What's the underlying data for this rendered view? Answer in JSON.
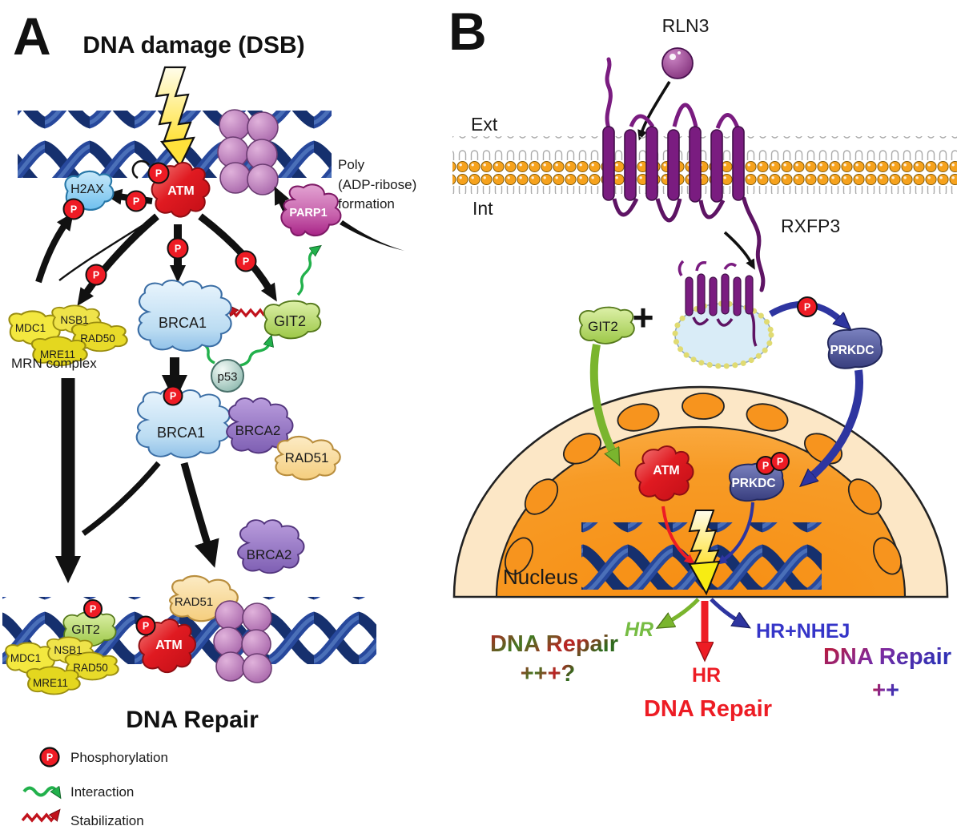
{
  "figure": {
    "type": "biological-pathway-diagram",
    "description": "Two-panel signaling schematic: A) DNA damage (DSB) response pathway; B) RLN3/RXFP3 receptor signaling to DNA repair"
  },
  "glyphs": {
    "p": "P",
    "plus": "+"
  },
  "panelA": {
    "label": "A",
    "title": "DNA damage (DSB)",
    "proteins": {
      "h2ax": "H2AX",
      "atm": "ATM",
      "parp1": "PARP1",
      "mdc1": "MDC1",
      "nsb1": "NSB1",
      "rad50": "RAD50",
      "mre11": "MRE11",
      "brca1": "BRCA1",
      "git2": "GIT2",
      "p53": "p53",
      "brca2": "BRCA2",
      "rad51": "RAD51"
    },
    "mrn_caption": "MRN complex",
    "poly_lines": [
      "Poly",
      "(ADP-ribose)",
      "formation"
    ],
    "repair_title": "DNA Repair",
    "legend": {
      "phosphorylation": "Phosphorylation",
      "interaction": "Interaction",
      "stabilization": "Stabilization"
    }
  },
  "panelB": {
    "label": "B",
    "ligand": "RLN3",
    "ext": "Ext",
    "int": "Int",
    "receptor": "RXFP3",
    "git2": "GIT2",
    "prkdc": "PRKDC",
    "nucleus": "Nucleus",
    "atm": "ATM",
    "outcomes": {
      "hr_green": "HR",
      "hr_nhej": "HR+NHEJ",
      "hr_red": "HR",
      "repair_left": "DNA Repair",
      "repair_left_plus": "+++?",
      "repair_mid": "DNA Repair",
      "repair_right": "DNA Repair",
      "repair_right_plus": "++"
    }
  },
  "colors": {
    "dna_dark": "#1E3C86",
    "dna_mid": "#3C64AE",
    "phospho_red": "#EE1B24",
    "atm_red": "#DF1820",
    "brca1_blue": "#BBDCF2",
    "git2_green": "#AFD25A",
    "parp1_pink": "#C círc55AA5",
    "brca2_purple": "#9B7EC8",
    "rad51_tan": "#F8D996",
    "mrn_yellow": "#ECE13A",
    "membrane_orange": "#F6A21D",
    "receptor_purple": "#7A1C80",
    "prkdc_slate": "#4A5090",
    "nucleus_orange": "#F7941E",
    "arrow_green": "#7AB52E",
    "arrow_blue": "#2E35A0",
    "arrow_red": "#ED1C24",
    "interaction_green": "#22B14C",
    "stabilization_red": "#C1121C"
  }
}
